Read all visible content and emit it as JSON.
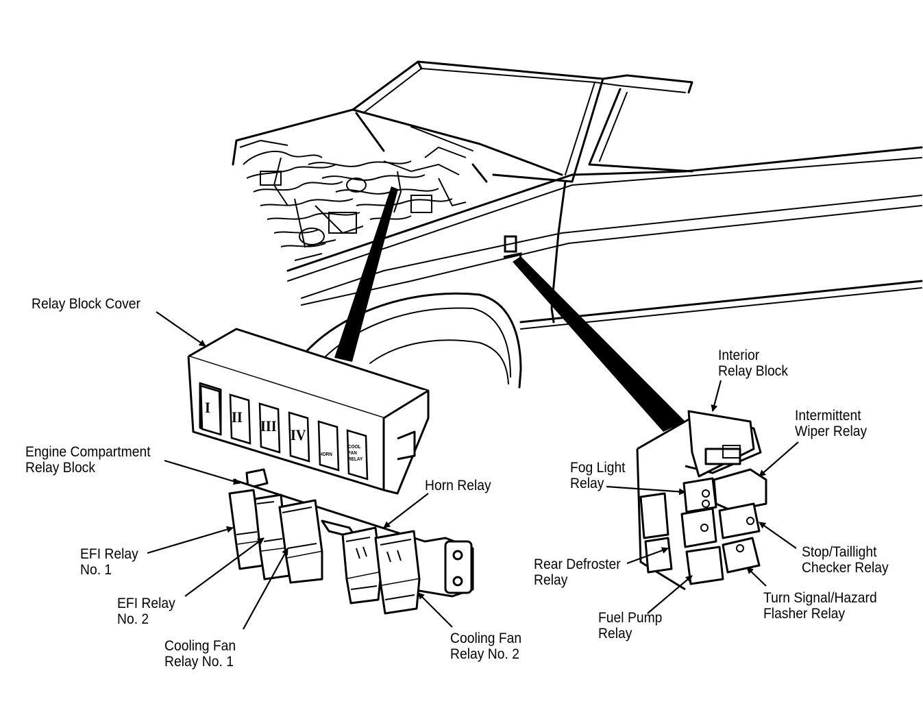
{
  "labels": {
    "relay_block_cover": "Relay Block Cover",
    "engine_compartment_relay_block": [
      "Engine Compartment",
      "Relay Block"
    ],
    "efi_relay_no1": [
      "EFI Relay",
      "No. 1"
    ],
    "efi_relay_no2": [
      "EFI Relay",
      "No. 2"
    ],
    "cooling_fan_relay_no1": [
      "Cooling Fan",
      "Relay No. 1"
    ],
    "horn_relay": "Horn Relay",
    "cooling_fan_relay_no2": [
      "Cooling Fan",
      "Relay No. 2"
    ],
    "interior_relay_block": [
      "Interior",
      "Relay Block"
    ],
    "intermittent_wiper_relay": [
      "Intermittent",
      "Wiper Relay"
    ],
    "fog_light_relay": [
      "Fog Light",
      "Relay"
    ],
    "rear_defroster_relay": [
      "Rear Defroster",
      "Relay"
    ],
    "stop_taillight_checker_relay": [
      "Stop/Taillight",
      "Checker Relay"
    ],
    "fuel_pump_relay": [
      "Fuel Pump",
      "Relay"
    ],
    "turn_signal_hazard_flasher_relay": [
      "Turn Signal/Hazard",
      "Flasher Relay"
    ]
  },
  "cover_slots": [
    "I",
    "II",
    "III",
    "IV",
    "HORN",
    "COOL FAN RELAY"
  ]
}
